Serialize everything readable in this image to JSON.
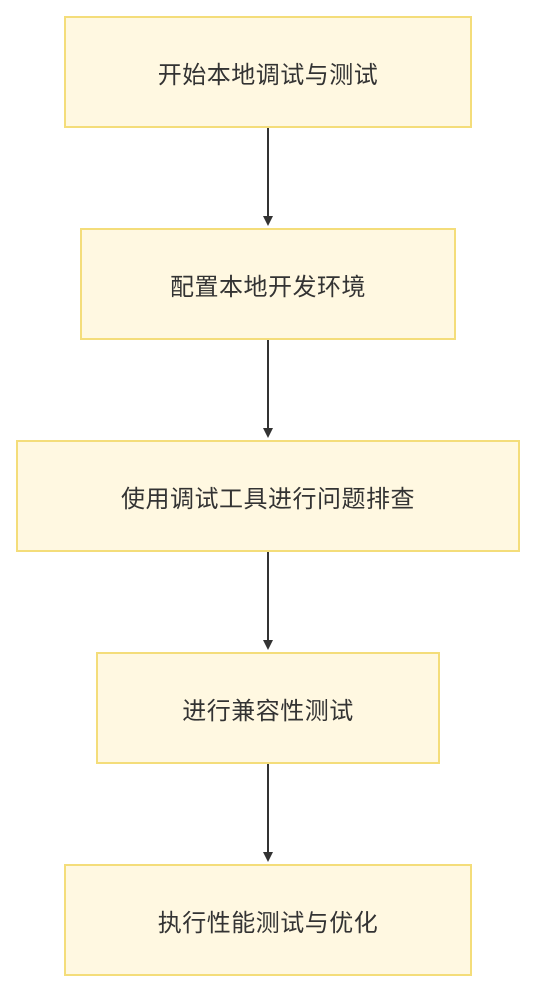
{
  "flowchart": {
    "nodes": [
      {
        "id": "n1",
        "label": "开始本地调试与测试"
      },
      {
        "id": "n2",
        "label": "配置本地开发环境"
      },
      {
        "id": "n3",
        "label": "使用调试工具进行问题排查"
      },
      {
        "id": "n4",
        "label": "进行兼容性测试"
      },
      {
        "id": "n5",
        "label": "执行性能测试与优化"
      }
    ],
    "edges": [
      {
        "from": "n1",
        "to": "n2"
      },
      {
        "from": "n2",
        "to": "n3"
      },
      {
        "from": "n3",
        "to": "n4"
      },
      {
        "from": "n4",
        "to": "n5"
      }
    ],
    "colors": {
      "node_fill": "#fff8e1",
      "node_border": "#f4dd7a",
      "text": "#333333",
      "edge": "#333333"
    }
  }
}
